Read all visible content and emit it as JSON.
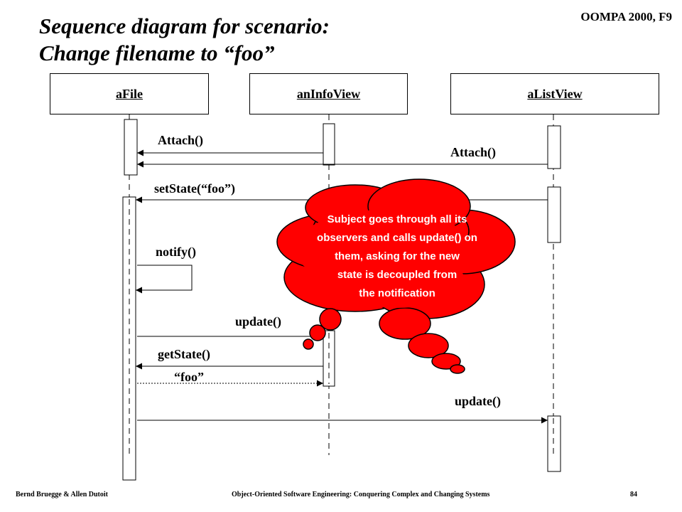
{
  "header": {
    "course": "OOMPA 2000, F9"
  },
  "title": {
    "line1": "Sequence diagram for scenario:",
    "line2": "Change filename to “foo”"
  },
  "objects": [
    {
      "name": "aFile"
    },
    {
      "name": "anInfoView"
    },
    {
      "name": "aListView"
    }
  ],
  "messages": {
    "attach1": "Attach()",
    "attach2": "Attach()",
    "setstate": "setState(“foo”)",
    "notify": "notify()",
    "update1": "update()",
    "getstate": "getState()",
    "foo_return": "“foo”",
    "update2": "update()"
  },
  "note": {
    "lines": [
      "Subject goes through all its",
      "observers and calls update() on",
      "them, asking for the new",
      "state is decoupled from",
      "the notification"
    ],
    "color": "#ff0000"
  },
  "footer": {
    "authors": "Bernd Bruegge & Allen Dutoit",
    "book": "Object-Oriented Software Engineering: Conquering Complex and Changing Systems",
    "page": "84"
  }
}
